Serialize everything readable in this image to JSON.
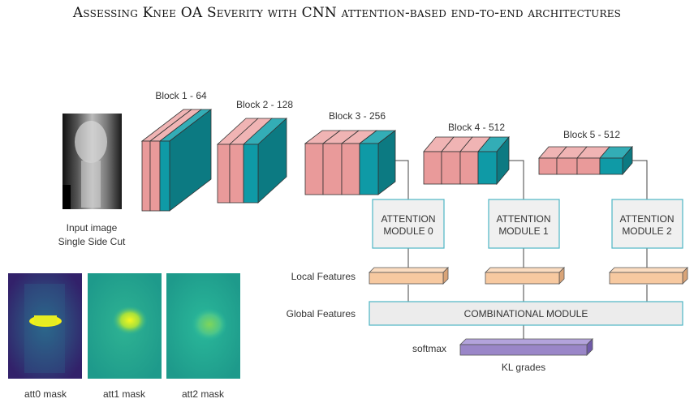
{
  "header": {
    "title": "Assessing Knee OA Severity with CNN attention-based end-to-end architectures"
  },
  "input": {
    "line1": "Input image",
    "line2": "Single Side Cut"
  },
  "blocks": [
    {
      "label": "Block 1 - 64"
    },
    {
      "label": "Block 2 - 128"
    },
    {
      "label": "Block 3 - 256"
    },
    {
      "label": "Block 4 - 512"
    },
    {
      "label": "Block 5 - 512"
    }
  ],
  "attention_modules": [
    {
      "line1": "ATTENTION",
      "line2": "MODULE 0"
    },
    {
      "line1": "ATTENTION",
      "line2": "MODULE 1"
    },
    {
      "line1": "ATTENTION",
      "line2": "MODULE 2"
    }
  ],
  "labels": {
    "local_features": "Local Features",
    "global_features": "Global Features",
    "combinational": "COMBINATIONAL MODULE",
    "softmax": "softmax",
    "kl_grades": "KL grades"
  },
  "masks": [
    {
      "label": "att0 mask"
    },
    {
      "label": "att1 mask"
    },
    {
      "label": "att2 mask"
    }
  ],
  "colors": {
    "pink_front": "#e99a9a",
    "pink_top": "#f0b4b4",
    "teal_front": "#0f9aa6",
    "teal_side": "#0c7a82",
    "teal_top": "#33adb6",
    "attention_border": "#4db6c4",
    "feature_fill": "#f7c9a0",
    "combinational_fill": "#ececec",
    "softmax_fill": "#9a86c8"
  }
}
